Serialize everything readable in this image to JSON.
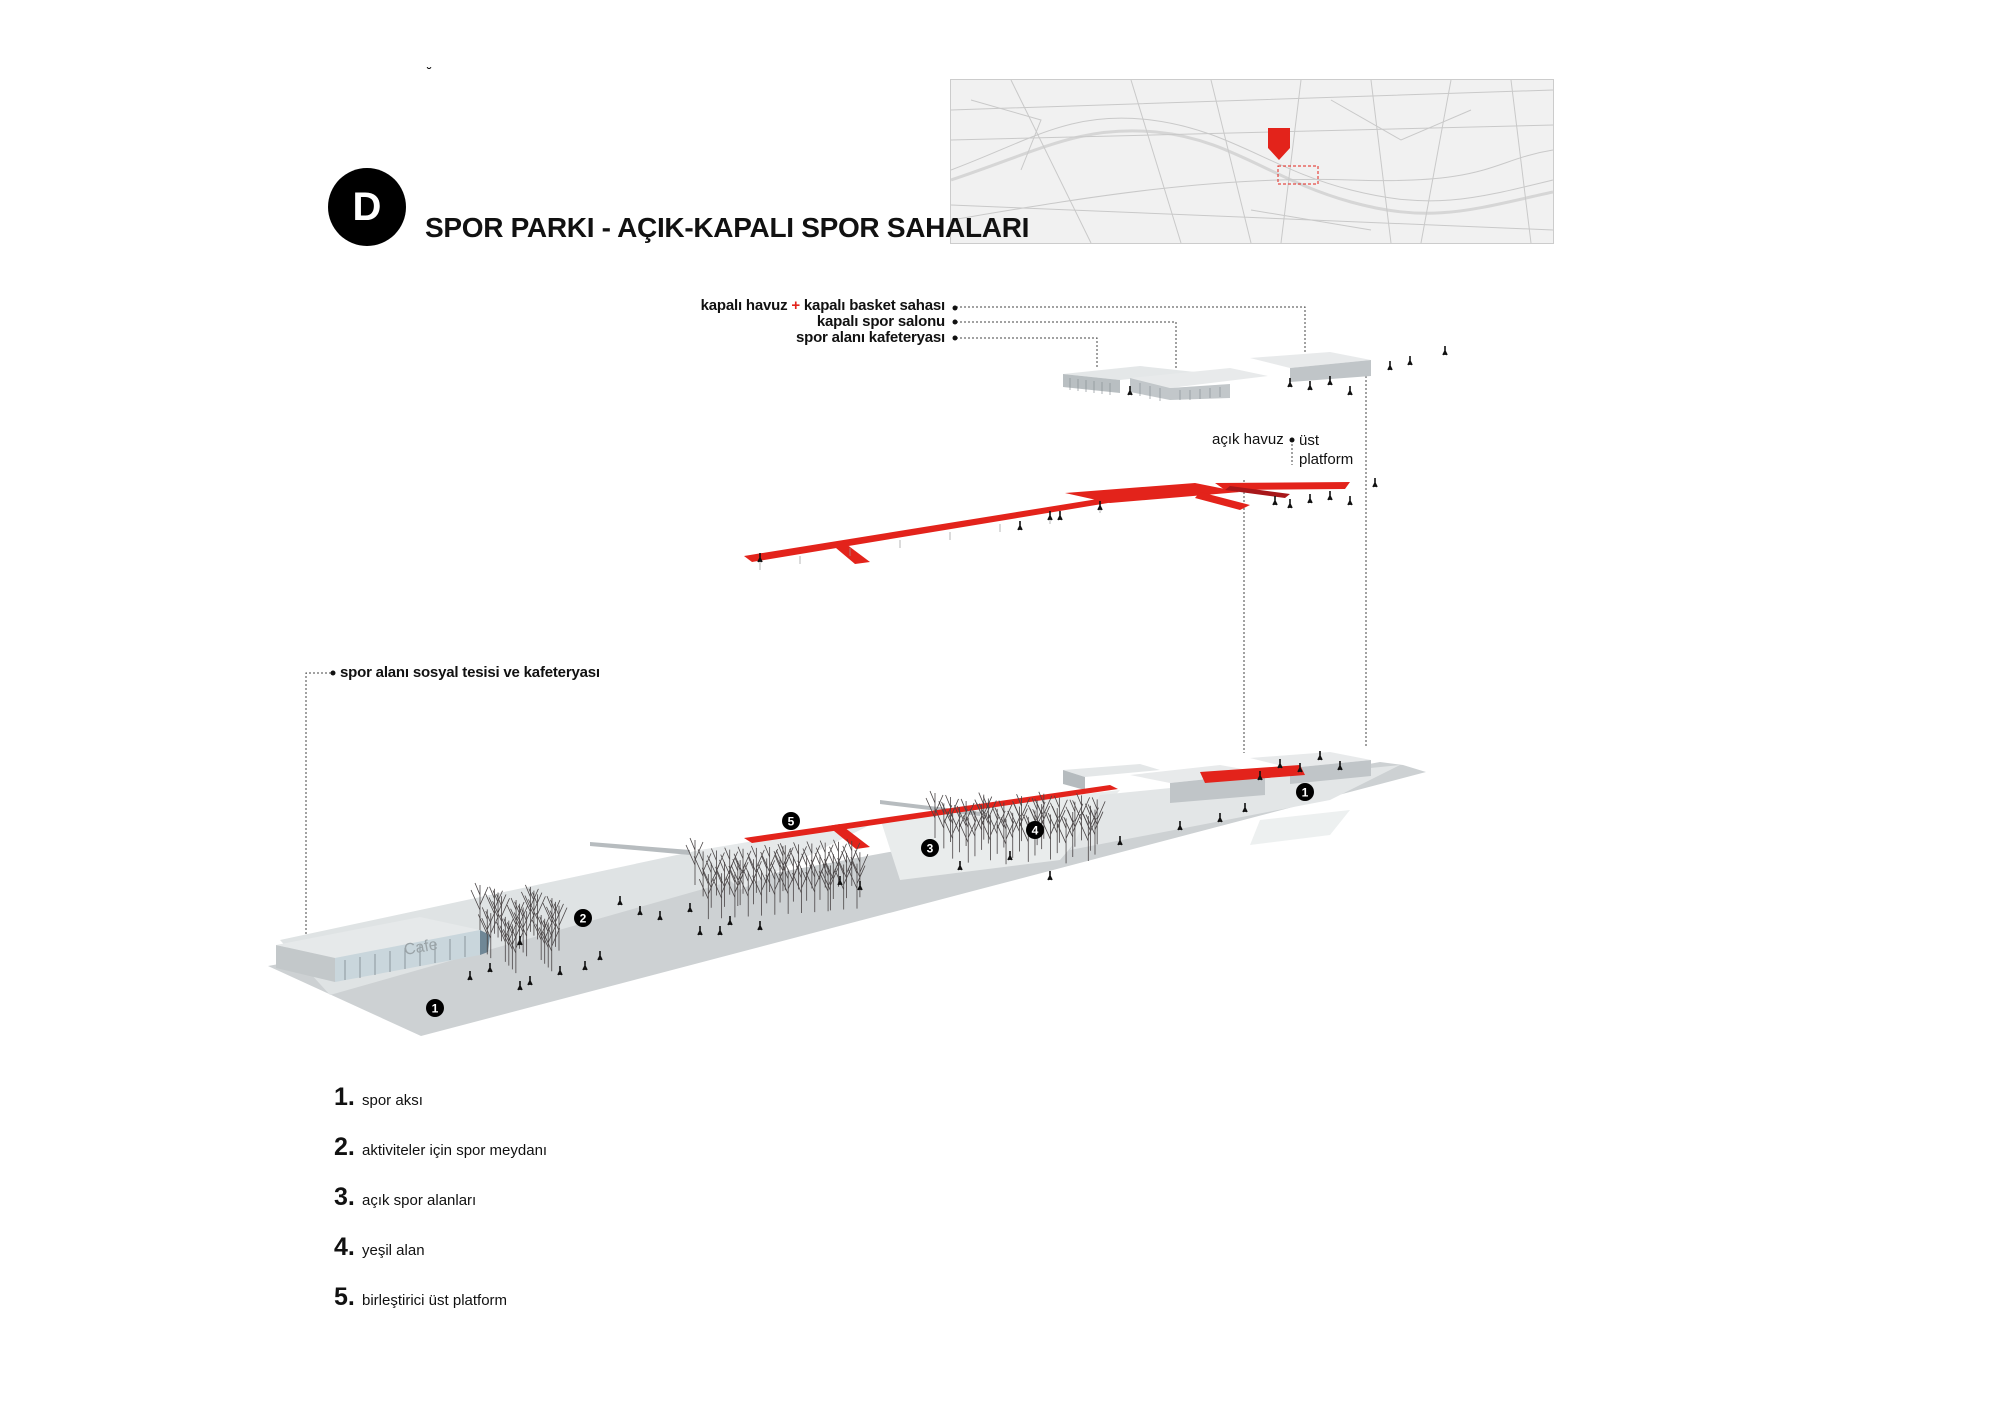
{
  "header": {
    "badge": "D",
    "title": "SPOR PARKI - AÇIK-KAPALI SPOR SAHALARI",
    "stray_mark": "˘"
  },
  "callouts": {
    "pool_prefix": "kapalı havuz",
    "plus": "+",
    "pool_suffix": "kapalı basket sahası",
    "gym": "kapalı spor salonu",
    "cafeteria": "spor alanı kafeteryası",
    "open_pool": "açık havuz",
    "upper_platform_1": "üst",
    "upper_platform_2": "platform",
    "social_facility": "spor alanı sosyal tesisi ve kafeteryası",
    "cafe_sign": "Cafe"
  },
  "markers": [
    "1",
    "2",
    "5",
    "3",
    "4",
    "1"
  ],
  "legend": [
    {
      "num": "1.",
      "text": "spor aksı"
    },
    {
      "num": "2.",
      "text": "aktiviteler için spor meydanı"
    },
    {
      "num": "3.",
      "text": "açık spor alanları"
    },
    {
      "num": "4.",
      "text": "yeşil alan"
    },
    {
      "num": "5.",
      "text": "birleştirici üst platform"
    }
  ],
  "colors": {
    "accent": "#e3231b",
    "ground": "#cfd3d5",
    "ink": "#111111"
  }
}
